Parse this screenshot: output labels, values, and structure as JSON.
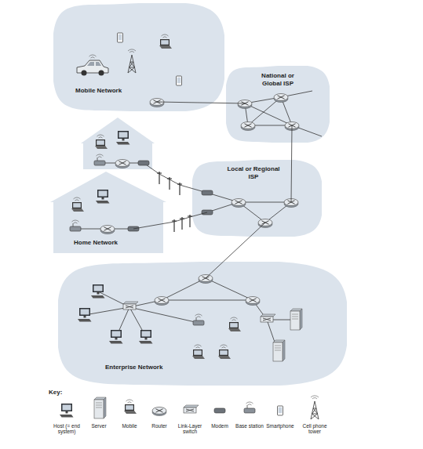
{
  "diagram": {
    "nodes": [
      {
        "text": [
          "Mobile Network"
        ]
      },
      {
        "text": [
          "National or Global ISP"
        ]
      },
      {
        "text": [
          "Local or Regional ISP"
        ]
      },
      {
        "text": [
          "Home Network"
        ]
      },
      {
        "text": [
          "Enterprise Network"
        ]
      }
    ],
    "edges": [
      {
        "from": 0,
        "to": 1,
        "arrow": "none"
      },
      {
        "from": 1,
        "to": 2,
        "arrow": "none"
      },
      {
        "from": 3,
        "to": 2,
        "arrow": "none"
      },
      {
        "from": 2,
        "to": 4,
        "arrow": "none"
      }
    ],
    "labels": [
      "Key:"
    ],
    "legend": [
      {
        "text": "Host (= end system)"
      },
      {
        "text": "Server"
      },
      {
        "text": "Mobile"
      },
      {
        "text": "Router"
      },
      {
        "text": "Link-Layer switch"
      },
      {
        "text": "Modem"
      },
      {
        "text": "Base station"
      },
      {
        "text": "Smartphone"
      },
      {
        "text": "Cell phone tower"
      }
    ]
  }
}
